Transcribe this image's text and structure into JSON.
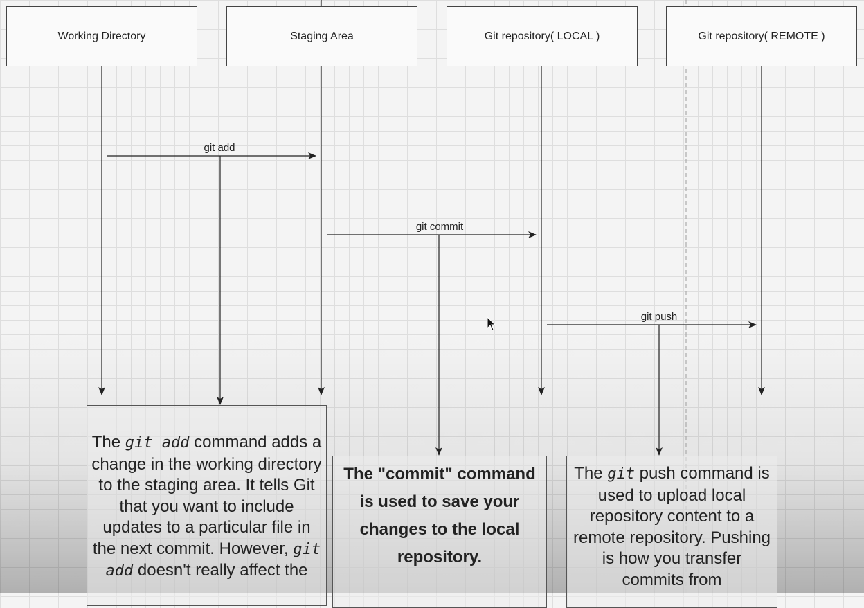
{
  "lanes": [
    {
      "label": "Working Directory"
    },
    {
      "label": "Staging Area"
    },
    {
      "label": "Git repository( LOCAL )"
    },
    {
      "label": "Git repository( REMOTE )"
    }
  ],
  "edges": [
    {
      "label": "git add"
    },
    {
      "label": "git commit"
    },
    {
      "label": "git push"
    }
  ],
  "notes": {
    "add": {
      "part1": "The ",
      "code1": "git add",
      "part2": " command adds a change in the working directory to the staging area. It tells Git that you want to include updates to a particular file in the next commit. However, ",
      "code2": "git add",
      "part3": " doesn't really affect the"
    },
    "commit": {
      "text": "The \"commit\" command is used to save your changes to the local repository."
    },
    "push": {
      "part1": "The ",
      "code1": "git",
      "part2": " push command is used to upload local repository content to a remote repository. Pushing is how you transfer commits from"
    }
  },
  "colors": {
    "line": "#222222",
    "grid": "#dedede",
    "box_border": "#444444"
  },
  "icons": {
    "cursor": "mouse-pointer-icon"
  }
}
